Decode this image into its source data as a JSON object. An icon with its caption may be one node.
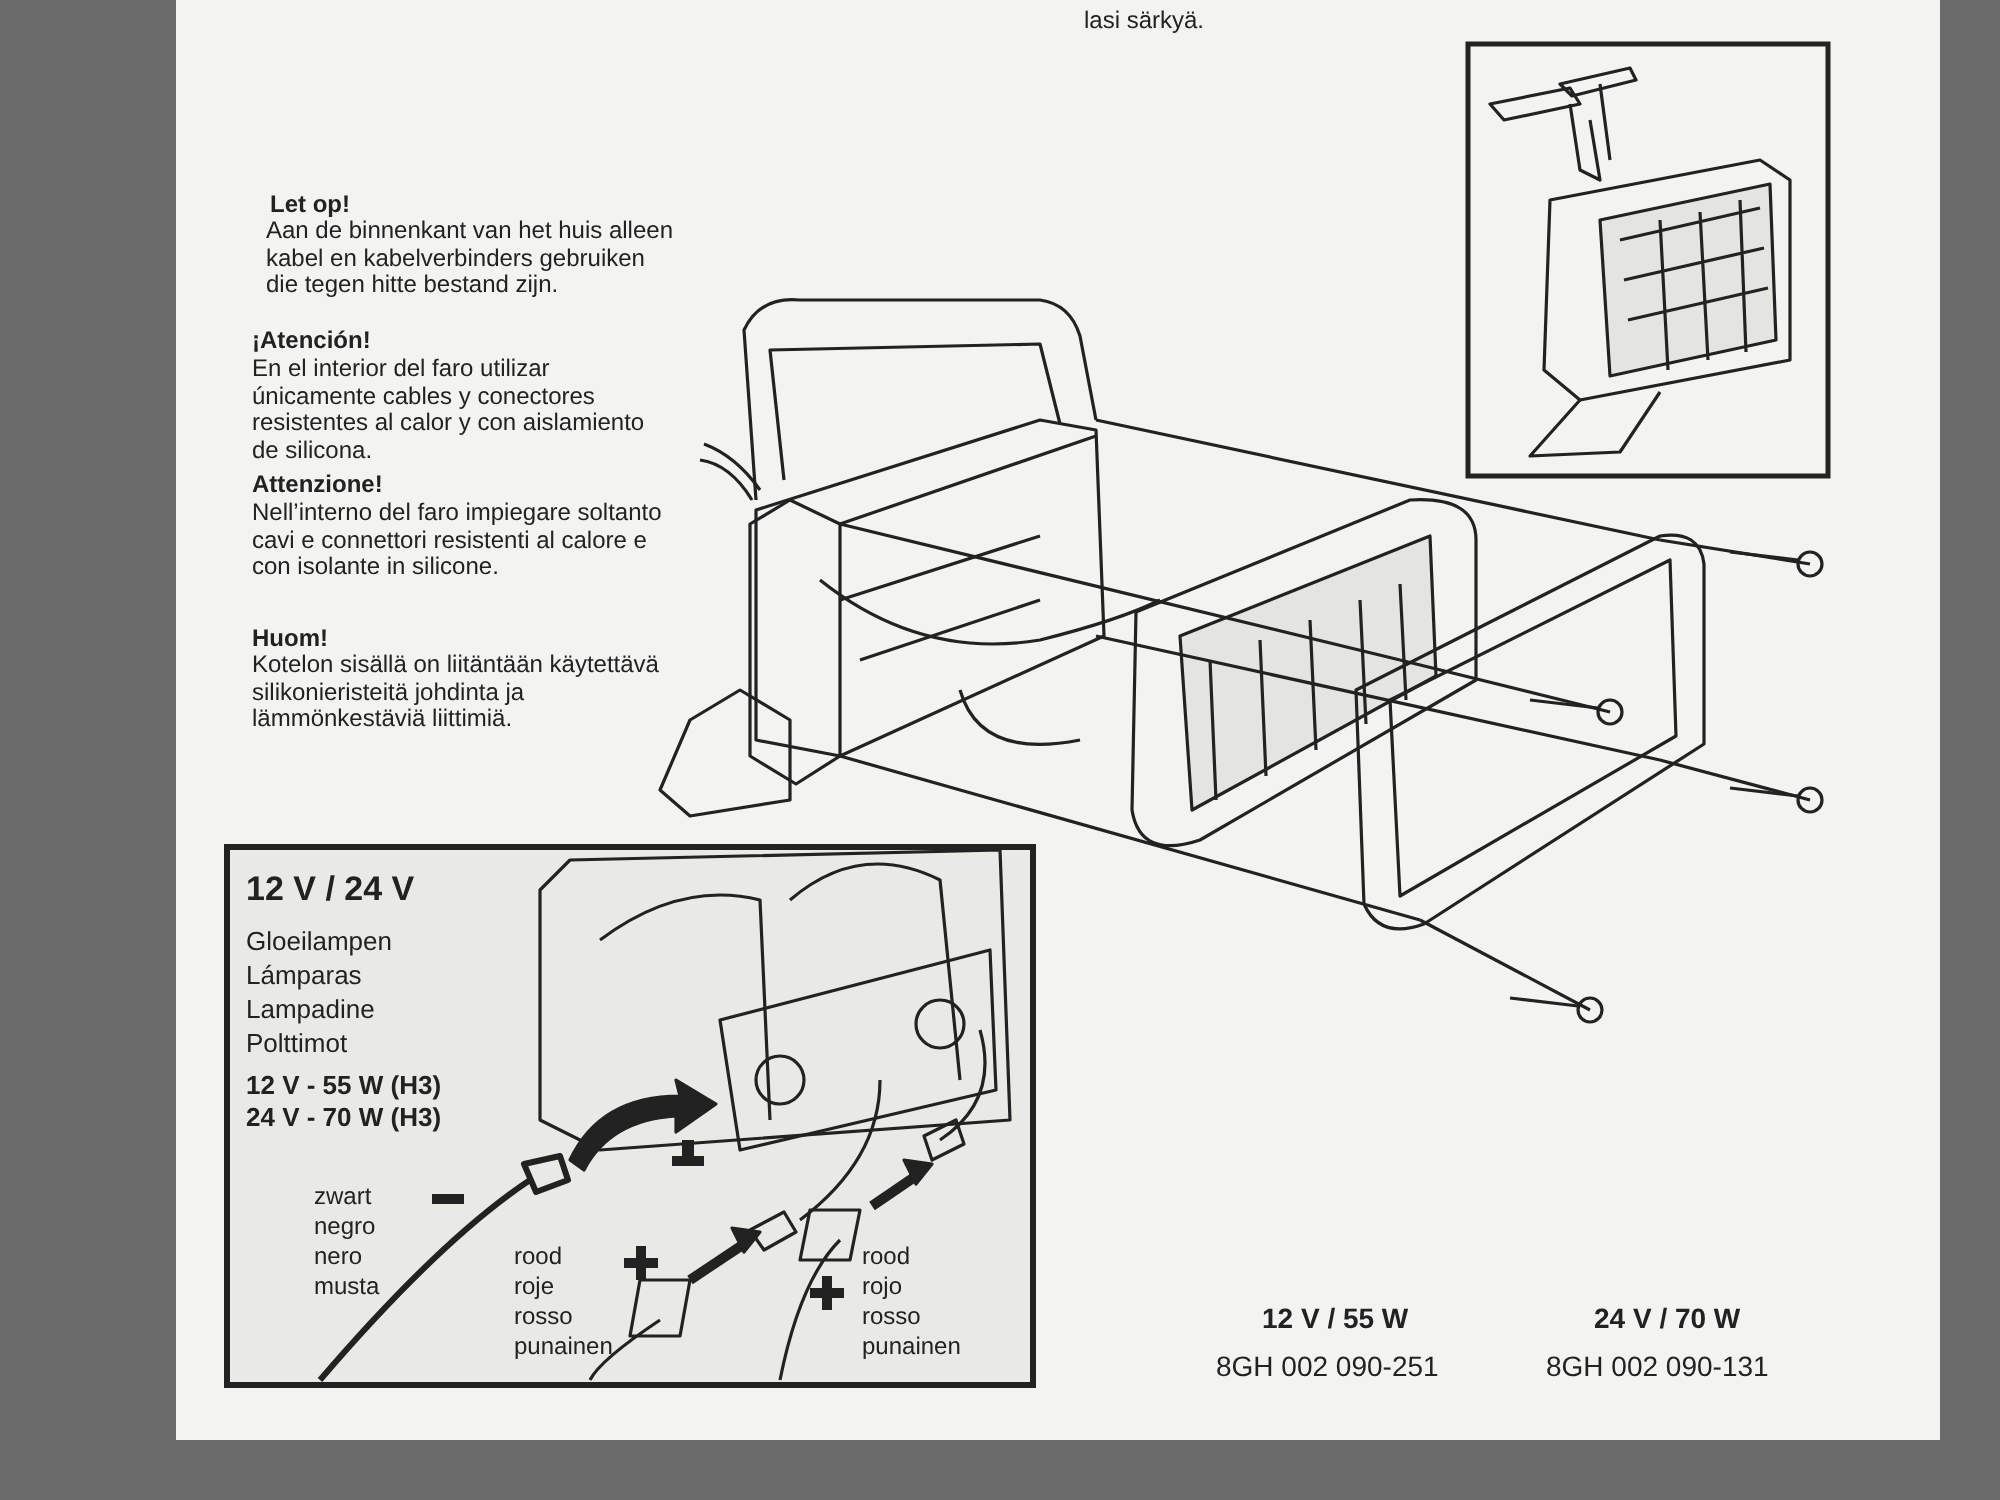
{
  "diagram": {
    "nodes": [
      {
        "text": [
          "12 V / 24 V",
          "Gloeilampen",
          "Lámparas",
          "Lampadine",
          "Polttimot",
          "12 V - 55 W (H3)",
          "24 V - 70 W (H3)",
          "zwart",
          "negro",
          "nero",
          "musta",
          "rood",
          "roje",
          "rosso",
          "punainen",
          "rood",
          "rojo",
          "rosso",
          "punainen"
        ]
      }
    ],
    "edges": [],
    "labels": [
      "lasi särkyä.",
      "Let op!",
      "Aan de binnenkant van het huis alleen kabel en kabelverbinders gebruiken die tegen hitte bestand zijn.",
      "¡Atención!",
      "En el interior del faro utilizar únicamente cables y conectores resistentes al calor y con aislamiento de silicona.",
      "Attenzione!",
      "Nell’interno del faro impiegare soltanto cavi e connettori resistenti al calore e con isolante in silicone.",
      "Huom!",
      "Kotelon sisällä on liitäntään käytettävä silikonieristeitä johdinta ja lämmönkestäviä liittimiä.",
      "12 V / 55 W",
      "24 V / 70 W",
      "8GH 002 090-251",
      "8GH 002 090-131"
    ]
  }
}
